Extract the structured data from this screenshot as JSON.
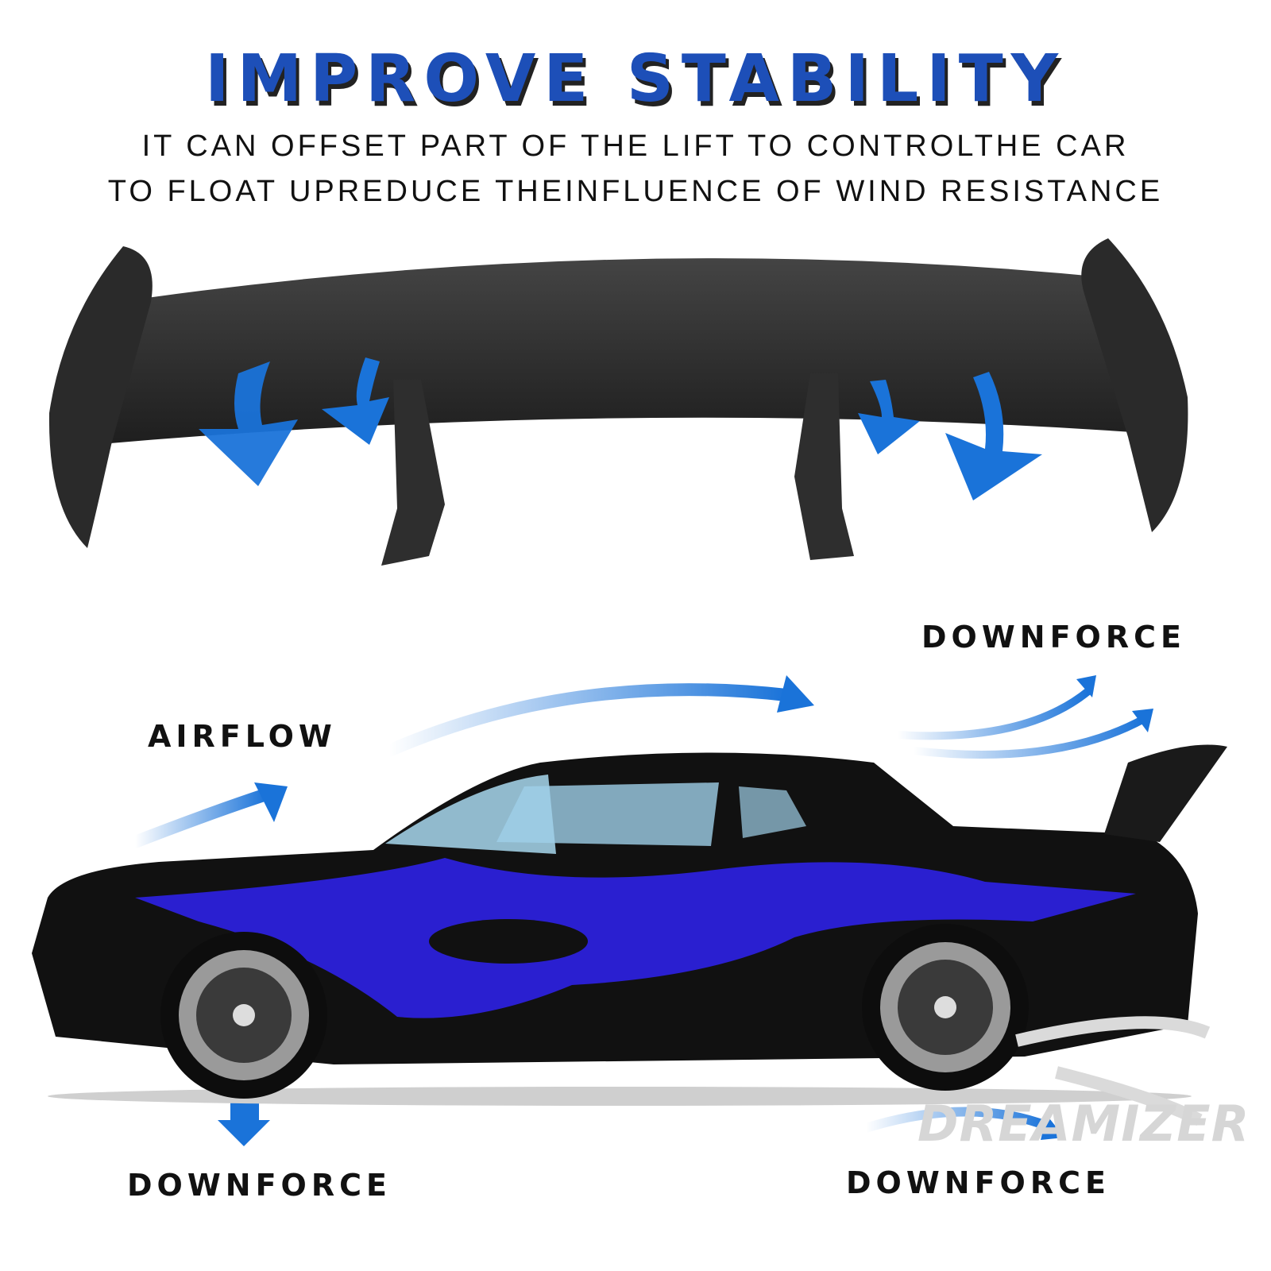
{
  "header": {
    "title": "IMPROVE STABILITY",
    "subtitle_line1": "IT CAN OFFSET PART OF THE LIFT TO CONTROLTHE CAR",
    "subtitle_line2": "TO FLOAT UPREDUCE THEINFLUENCE OF WIND RESISTANCE"
  },
  "labels": {
    "airflow": "AIRFLOW",
    "downforce_top_right": "DOWNFORCE",
    "downforce_bottom_left": "DOWNFORCE",
    "downforce_bottom_right": "DOWNFORCE"
  },
  "watermark": "DREAMIZER",
  "colors": {
    "title": "#1d4fb8",
    "arrow": "#1a73d9",
    "flame": "#2a1fd0",
    "car": "#111111",
    "spoiler": "#2b2b2b"
  }
}
